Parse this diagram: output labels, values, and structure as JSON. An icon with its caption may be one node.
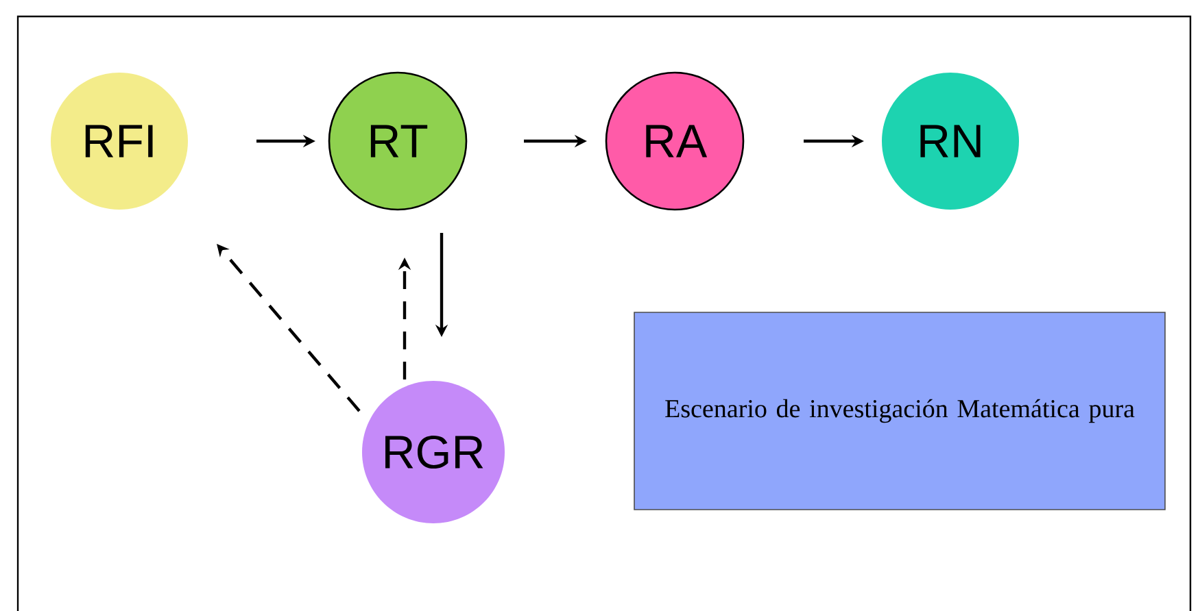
{
  "diagram": {
    "nodes": [
      {
        "text": [
          "RFI"
        ]
      },
      {
        "text": [
          "RT"
        ]
      },
      {
        "text": [
          "RA"
        ]
      },
      {
        "text": [
          "RN"
        ]
      },
      {
        "text": [
          "RGR"
        ]
      },
      {
        "text": [
          "Escenario de investigación Matemática pura"
        ]
      }
    ],
    "edges": [
      {
        "from": 0,
        "to": 1,
        "arrow": "to"
      },
      {
        "from": 1,
        "to": 2,
        "arrow": "to"
      },
      {
        "from": 2,
        "to": 3,
        "arrow": "to"
      },
      {
        "from": 1,
        "to": 4,
        "arrow": "to"
      },
      {
        "from": 4,
        "to": 0,
        "arrow": "to",
        "style": "dashed"
      },
      {
        "from": 4,
        "to": 1,
        "arrow": "to",
        "style": "dashed"
      }
    ]
  }
}
